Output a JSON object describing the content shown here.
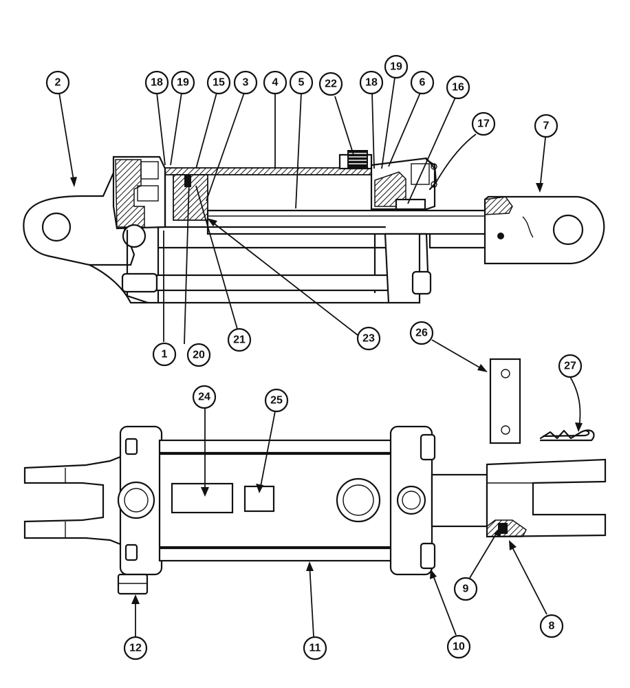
{
  "figure": {
    "background": "#ffffff",
    "line_color": "#111111",
    "callouts": [
      {
        "id": "c2",
        "label": "2"
      },
      {
        "id": "c18a",
        "label": "18"
      },
      {
        "id": "c19a",
        "label": "19"
      },
      {
        "id": "c15",
        "label": "15"
      },
      {
        "id": "c3",
        "label": "3"
      },
      {
        "id": "c4",
        "label": "4"
      },
      {
        "id": "c5",
        "label": "5"
      },
      {
        "id": "c22",
        "label": "22"
      },
      {
        "id": "c18b",
        "label": "18"
      },
      {
        "id": "c19b",
        "label": "19"
      },
      {
        "id": "c6",
        "label": "6"
      },
      {
        "id": "c16",
        "label": "16"
      },
      {
        "id": "c17",
        "label": "17"
      },
      {
        "id": "c7",
        "label": "7"
      },
      {
        "id": "c1",
        "label": "1"
      },
      {
        "id": "c20",
        "label": "20"
      },
      {
        "id": "c21",
        "label": "21"
      },
      {
        "id": "c23",
        "label": "23"
      },
      {
        "id": "c26",
        "label": "26"
      },
      {
        "id": "c27",
        "label": "27"
      },
      {
        "id": "c24",
        "label": "24"
      },
      {
        "id": "c25",
        "label": "25"
      },
      {
        "id": "c12",
        "label": "12"
      },
      {
        "id": "c11",
        "label": "11"
      },
      {
        "id": "c10",
        "label": "10"
      },
      {
        "id": "c9",
        "label": "9"
      },
      {
        "id": "c8",
        "label": "8"
      }
    ]
  }
}
